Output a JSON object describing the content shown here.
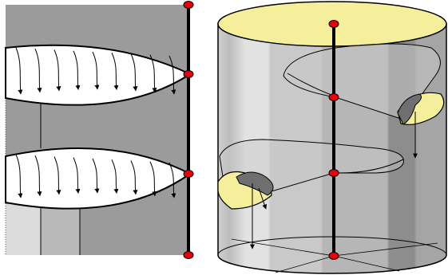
{
  "figure": {
    "left_panel": {
      "background_color": "#9b9b9b",
      "light_shade_color": "#dcdcdc",
      "mid_shade_color": "#b9b9b9",
      "lens_fill": "#ffffff",
      "marker_color": "#e8000b",
      "arrow_count_upper": 9,
      "arrow_count_lower": 9,
      "marker_count": 4
    },
    "right_panel": {
      "top_disk_color": "#f5ee9a",
      "cylinder_light_color": "#d6d6d6",
      "cylinder_dark_color": "#8e8e8e",
      "marker_color": "#e8000b",
      "marker_count": 4
    }
  }
}
